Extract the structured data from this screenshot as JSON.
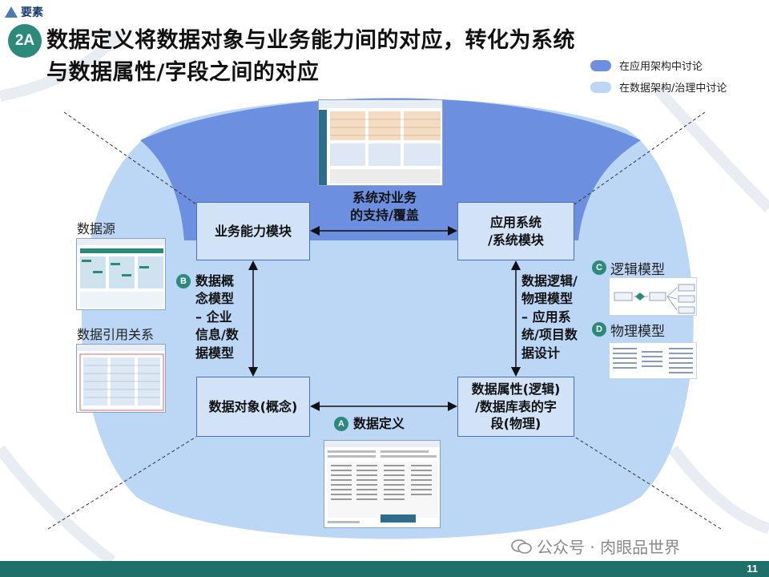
{
  "header": {
    "logo_text": "要素",
    "badge": "2A",
    "title_line1": "数据定义将数据对象与业务能力间的对应，转化为系统",
    "title_line2": "与数据属性/字段之间的对应"
  },
  "legend": [
    {
      "label": "在应用架构中讨论",
      "color": "#6d8fe0"
    },
    {
      "label": "在数据架构/治理中讨论",
      "color": "#bcd6f5"
    }
  ],
  "boxes": {
    "capability": "业务能力模块",
    "app_system_line1": "应用系统",
    "app_system_line2": "/系统模块",
    "data_object": "数据对象(概念)",
    "attr_line1": "数据属性(逻辑)",
    "attr_line2": "/数据库表的字",
    "attr_line3": "段(物理)"
  },
  "labels": {
    "system_support_line1": "系统对业务",
    "system_support_line2": "的支持/覆盖",
    "b_badge": "B",
    "b_line1": "数据概",
    "b_line2": "念模型",
    "b_line3": "– 企业",
    "b_line4": "信息/数",
    "b_line5": "据模型",
    "lp_line1": "数据逻辑/",
    "lp_line2": "物理模型",
    "lp_line3": "– 应用系",
    "lp_line4": "统/项目数",
    "lp_line5": "据设计",
    "a_badge": "A",
    "a_text": "数据定义",
    "c_badge": "C",
    "logical_model": "逻辑模型",
    "d_badge": "D",
    "physical_model": "物理模型",
    "data_source": "数据源",
    "data_reference": "数据引用关系"
  },
  "footer": {
    "watermark": "公众号 · 肉眼品世界",
    "page_number": "11"
  },
  "colors": {
    "teal": "#2c8a7a",
    "box_fill": "#d2e3f7",
    "box_border": "#4a72b8",
    "region_dark": "#6d8fe0",
    "region_light": "#bcd6f5",
    "footer": "#1f6f6a"
  }
}
